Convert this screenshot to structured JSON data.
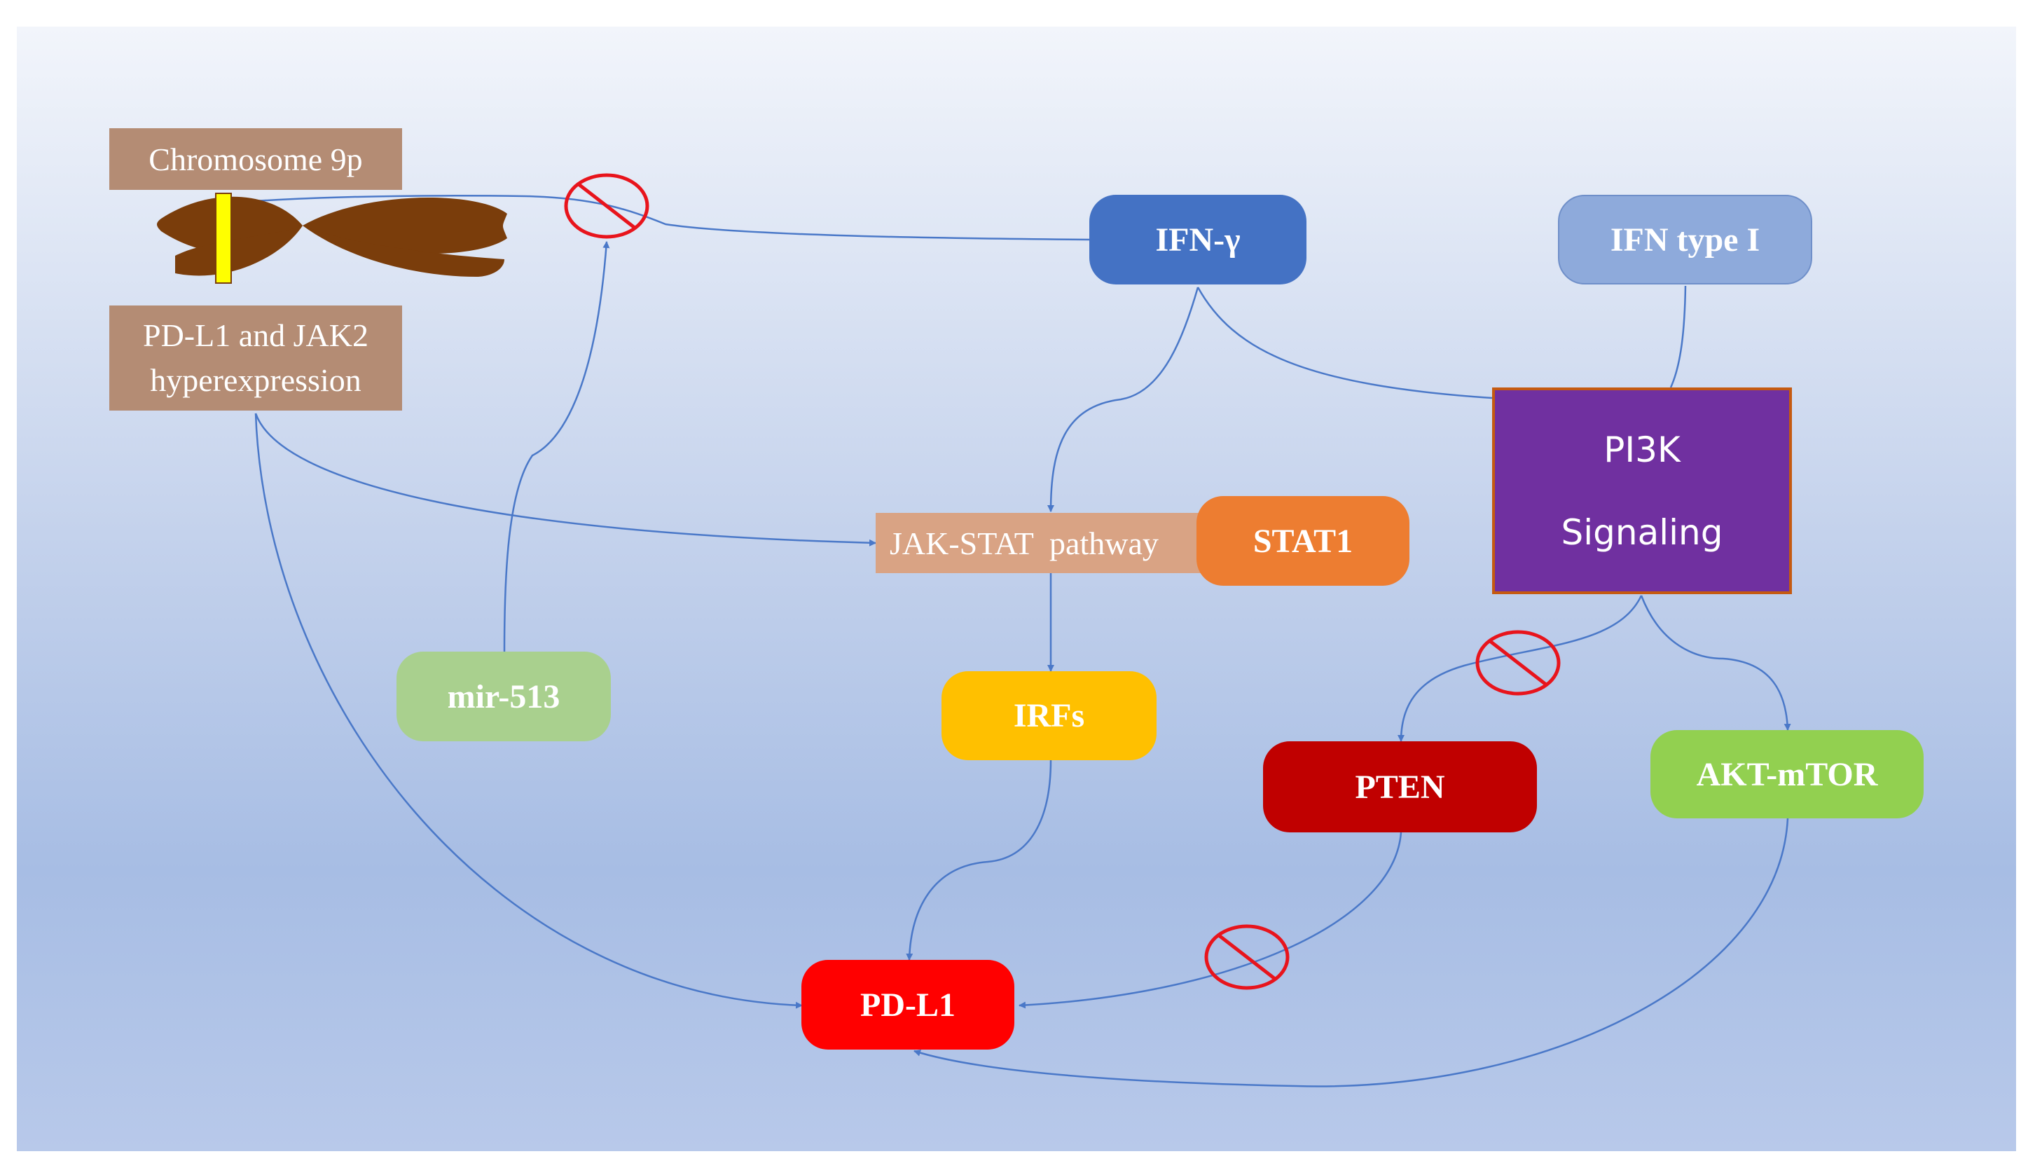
{
  "nodes": {
    "chromosome_label": "Chromosome 9p",
    "hyperexpression_line1": "PD-L1 and JAK2",
    "hyperexpression_line2": "hyperexpression",
    "ifn_gamma": "IFN-γ",
    "ifn_type_1": "IFN type I",
    "pi3k_line1": "PI3K",
    "pi3k_line2": "Signaling",
    "jak_stat": "JAK-STAT  pathway",
    "stat1": "STAT1",
    "mir513": "mir-513",
    "irfs": "IRFs",
    "pten": "PTEN",
    "akt_mtor": "AKT-mTOR",
    "pdl1": "PD-L1"
  },
  "colors": {
    "link": "#4a78c8",
    "inhibit": "#e8141c",
    "chromosome": "#7a3d0b",
    "chromosome_band": "#ffff00",
    "label_box": "#b48c74",
    "ifn_gamma": "#4472c4",
    "ifn_type_1": "#8eaadb",
    "pi3k": "#7030a0",
    "pi3k_border": "#c55a11",
    "jak_stat": "#d9a384",
    "stat1": "#ed7d31",
    "mir513": "#a9d08e",
    "irfs": "#ffc000",
    "pten": "#c00000",
    "akt_mtor": "#92d050",
    "pdl1": "#ff0000"
  }
}
